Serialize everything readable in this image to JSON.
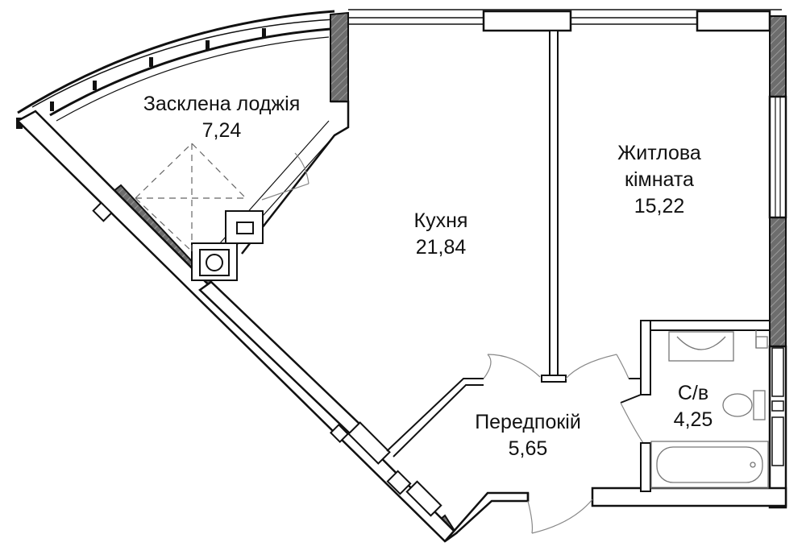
{
  "rooms": {
    "loggia": {
      "name": "Засклена лоджія",
      "area": "7,24"
    },
    "kitchen": {
      "name": "Кухня",
      "area": "21,84"
    },
    "living": {
      "name_line1": "Житлова",
      "name_line2": "кімната",
      "area": "15,22"
    },
    "bathroom": {
      "name": "С/в",
      "area": "4,25"
    },
    "hallway": {
      "name": "Передпокій",
      "area": "5,65"
    }
  },
  "colors": {
    "wall_fill": "#6d6d6d",
    "line": "#111111",
    "thin_line": "#9a9a9a",
    "background": "#ffffff"
  }
}
